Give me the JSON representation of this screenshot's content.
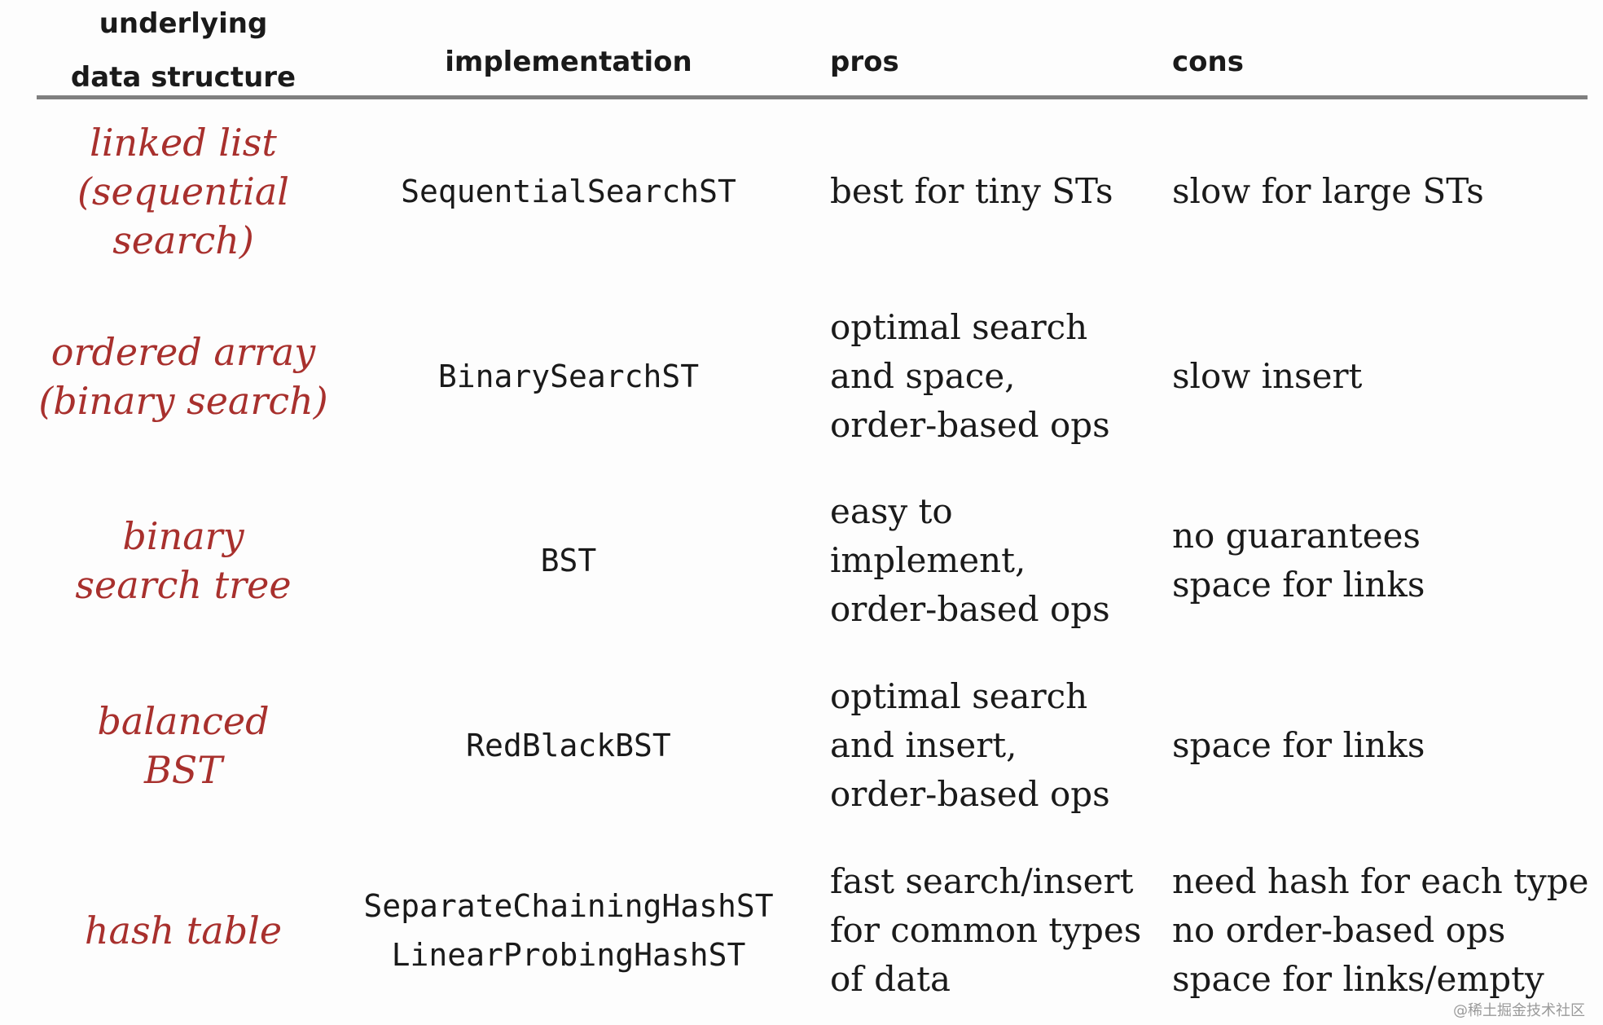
{
  "header": {
    "structure_line1": "underlying",
    "structure_line2": "data structure",
    "implementation": "implementation",
    "pros": "pros",
    "cons": "cons"
  },
  "rows": [
    {
      "structure": [
        "linked list",
        "(sequential",
        "search)"
      ],
      "implementation": [
        "SequentialSearchST"
      ],
      "pros": [
        "best for tiny STs"
      ],
      "cons": [
        "slow for large STs"
      ]
    },
    {
      "structure": [
        "ordered array",
        "(binary search)"
      ],
      "implementation": [
        "BinarySearchST"
      ],
      "pros": [
        "optimal search",
        "and space,",
        "order-based ops"
      ],
      "cons": [
        "slow insert"
      ]
    },
    {
      "structure": [
        "binary",
        "search tree"
      ],
      "implementation": [
        "BST"
      ],
      "pros": [
        "easy to",
        "implement,",
        "order-based ops"
      ],
      "cons": [
        "no guarantees",
        "space for links"
      ]
    },
    {
      "structure": [
        "balanced",
        "BST"
      ],
      "implementation": [
        "RedBlackBST"
      ],
      "pros": [
        "optimal search",
        "and insert,",
        "order-based ops"
      ],
      "cons": [
        "space for links"
      ]
    },
    {
      "structure": [
        "hash table"
      ],
      "implementation": [
        "SeparateChainingHashST",
        "LinearProbingHashST"
      ],
      "pros": [
        "fast search/insert",
        "for common types",
        "of data"
      ],
      "cons": [
        "need hash for each type",
        "no order-based ops",
        "space for links/empty"
      ]
    }
  ],
  "watermark": "@稀土掘金技术社区",
  "colors": {
    "structure_text": "#a8302d",
    "body_text": "#1a1a1a",
    "rule": "#7f7f7f"
  }
}
